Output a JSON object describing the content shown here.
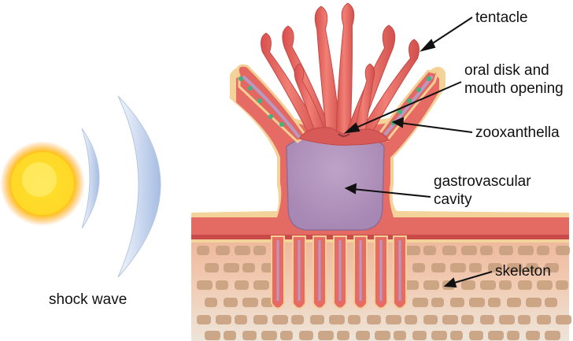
{
  "labels": {
    "tentacle": "tentacle",
    "oral_disk_line1": "oral disk and",
    "oral_disk_line2": "mouth opening",
    "zooxanthella": "zooxanthella",
    "gastrovascular_line1": "gastrovascular",
    "gastrovascular_line2": "cavity",
    "skeleton": "skeleton",
    "shock_wave": "shock wave"
  },
  "colors": {
    "polyp_tissue": "#e8716a",
    "polyp_tissue_dark": "#cf4f4c",
    "polyp_outline": "#f3cf93",
    "gastro_cavity": "#b698c0",
    "skeleton_top": "#efbda0",
    "skeleton_bottom": "#ece3d6",
    "skeleton_blocks": "#c8a07e",
    "sun_core": "#ffd21e",
    "sun_glow": "#ff9f2a",
    "shock_wave": "#a8bde0",
    "zooxanthella": "#35b07a"
  }
}
